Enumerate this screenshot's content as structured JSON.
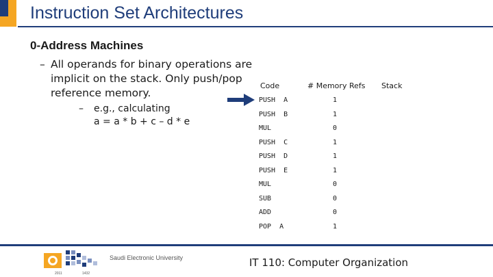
{
  "slide": {
    "title": "Instruction Set Architectures",
    "subtitle": "0-Address Machines",
    "bullet_dash": "–",
    "bullet1": "All operands for binary operations are implicit on the stack. Only push/pop reference memory.",
    "bullet2_line1": "e.g., calculating",
    "bullet2_line2": "a = a * b + c – d * e"
  },
  "table": {
    "headers": {
      "code": "Code",
      "refs": "# Memory Refs",
      "stack": "Stack"
    },
    "rows": [
      {
        "code": "PUSH  A",
        "refs": "1"
      },
      {
        "code": "PUSH  B",
        "refs": "1"
      },
      {
        "code": "MUL",
        "refs": "0"
      },
      {
        "code": "PUSH  C",
        "refs": "1"
      },
      {
        "code": "PUSH  D",
        "refs": "1"
      },
      {
        "code": "PUSH  E",
        "refs": "1"
      },
      {
        "code": "MUL",
        "refs": "0"
      },
      {
        "code": "SUB",
        "refs": "0"
      },
      {
        "code": "ADD",
        "refs": "0"
      },
      {
        "code": "POP  A",
        "refs": "1"
      }
    ]
  },
  "footer": {
    "course": "IT 110: Computer Organization",
    "university_en": "Saudi Electronic University",
    "year_left": "2011",
    "year_right": "1432"
  },
  "colors": {
    "title": "#1f3d7a",
    "accent": "#f5a623",
    "arrow": "#1f3d7a"
  }
}
